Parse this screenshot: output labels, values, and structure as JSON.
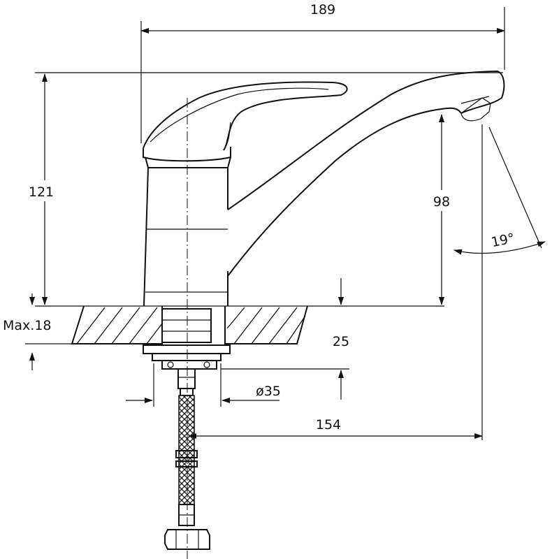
{
  "dimensions": {
    "overall_length": "189",
    "overall_height": "121",
    "spout_height": "98",
    "spout_angle": "19°",
    "max_deck": "Max.18",
    "base_thickness": "25",
    "mount_diameter": "ø35",
    "spout_reach": "154"
  }
}
